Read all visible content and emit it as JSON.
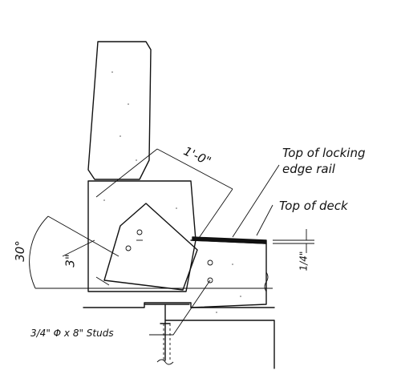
{
  "labels": {
    "top_of_locking": "Top of locking",
    "edge_rail": "edge rail",
    "top_of_deck": "Top of deck",
    "dim_one_foot": "1'-0\"",
    "dim_three_inch": "3\"",
    "angle": "30°",
    "quarter_inch": "1/4\"",
    "studs": "3/4\" Φ x 8\" Studs"
  }
}
